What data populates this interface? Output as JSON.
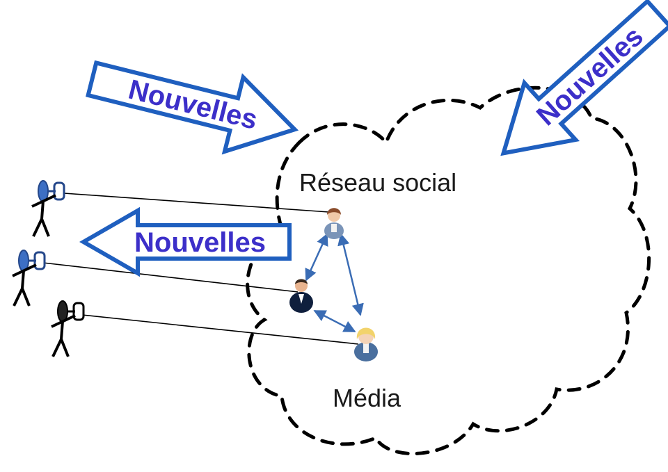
{
  "diagram": {
    "cloud_label": "Réseau social",
    "media_label": "Média",
    "arrows": {
      "left_top": "Nouvelles",
      "right_top": "Nouvelles",
      "outgoing": "Nouvelles"
    }
  },
  "colors": {
    "arrow_border": "#1f5fbf",
    "arrow_text": "#3c2fc9",
    "cloud_stroke": "#000000",
    "link_arrow": "#3a6cb4",
    "figure_blue": "#3d6fc4",
    "figure_dark": "#111111"
  },
  "icons": [
    "person-brown-icon",
    "person-dark-icon",
    "person-blonde-icon",
    "stick-figure-icon"
  ]
}
